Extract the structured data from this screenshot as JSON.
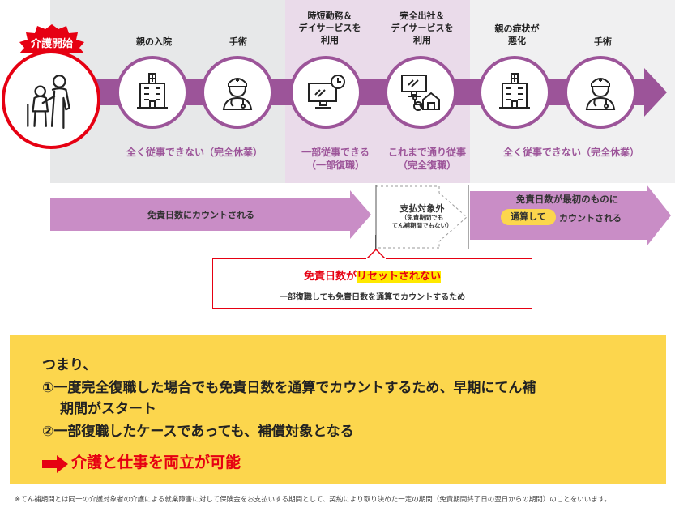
{
  "start_badge": "介護開始",
  "phases": [
    {
      "label": "親の入院",
      "icon": "hospital-icon"
    },
    {
      "label": "手術",
      "icon": "doctor-icon"
    },
    {
      "label": "時短勤務＆\nデイサービスを\n利用",
      "icon": "computer-clock-icon"
    },
    {
      "label": "完全出社＆\nデイサービスを\n利用",
      "icon": "computer-wheelchair-icon"
    },
    {
      "label": "親の症状が\n悪化",
      "icon": "hospital-icon"
    },
    {
      "label": "手術",
      "icon": "doctor-icon"
    }
  ],
  "status": {
    "full_leave_1": "全く従事できない（完全休業）",
    "partial": "一部従事できる\n（一部復職）",
    "full_return": "これまで通り従事\n（完全復職）",
    "full_leave_2": "全く従事できない（完全休業）"
  },
  "count_bands": {
    "left": "免責日数にカウントされる",
    "middle_title": "支払対象外",
    "middle_sub": "（免責期間でも\nてん補期間でもない）",
    "right_line1": "免責日数が最初のものに",
    "right_badge": "通算して",
    "right_line2": "カウントされる"
  },
  "callout": {
    "title_a": "免責日数が",
    "title_b": "リセットされない",
    "sub": "一部復職しても免責日数を通算でカウントするため"
  },
  "summary": {
    "intro": "つまり、",
    "point1a": "①一度完全復職した場合でも免責日数を通算でカウントするため、早期にてん補",
    "point1b": "期間がスタート",
    "point2": "②一部復職したケースであっても、補償対象となる",
    "result": "介護と仕事を両立が可能"
  },
  "footnote": "※てん補期間とは同一の介護対象者の介護による就業障害に対して保険金をお支払いする期間として、契約により取り決めた一定の期間（免責期間終了日の翌日からの期間）のことをいいます。",
  "colors": {
    "purple": "#9c5499",
    "light_purple": "#c98dc6",
    "red": "#e60012",
    "yellow": "#fcd64d",
    "gray_band": "#e7e8e9",
    "pink_band": "#eadbea"
  }
}
